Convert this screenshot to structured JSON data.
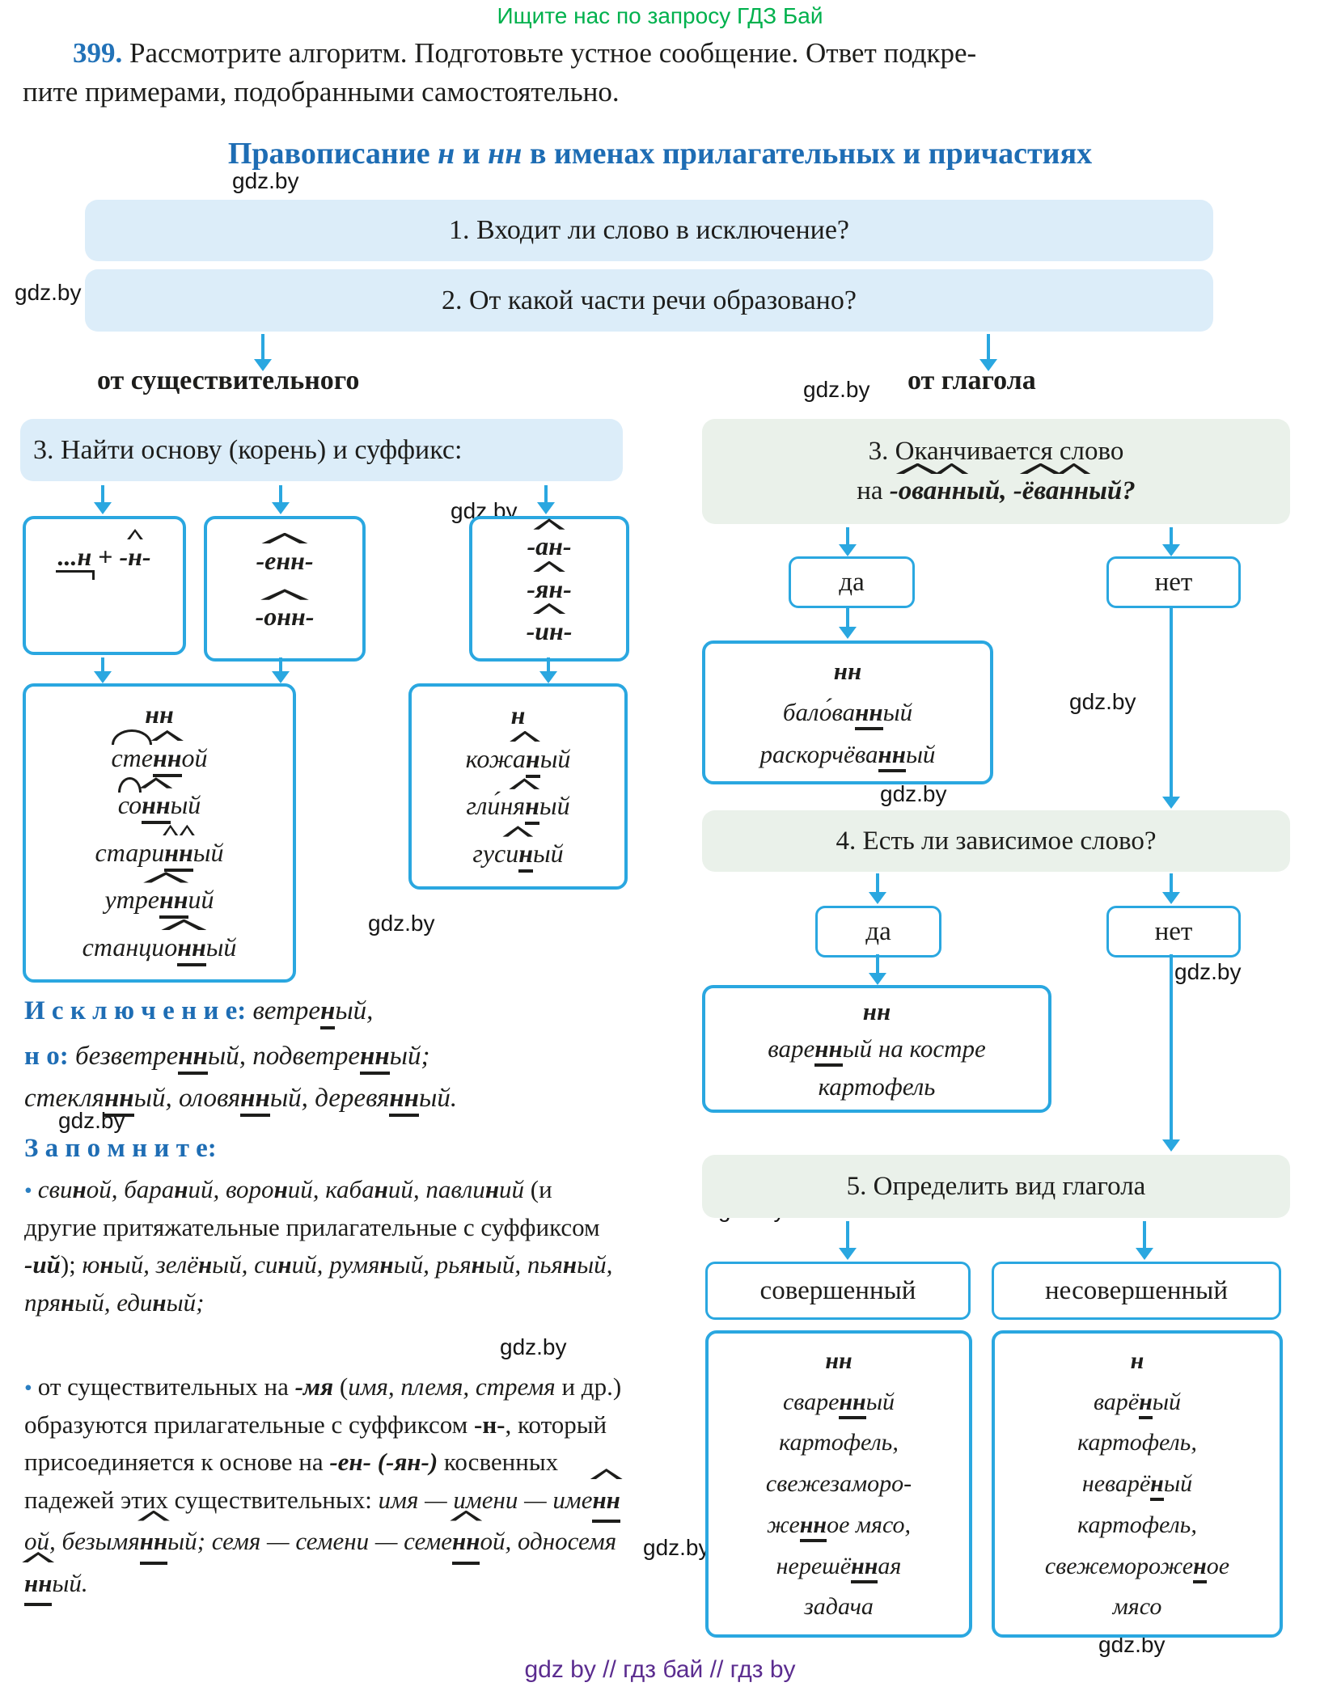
{
  "banner": {
    "text": "Ищите нас по запросу ГДЗ Бай"
  },
  "watermark": {
    "label": "gdz.by"
  },
  "footer": {
    "text": "gdz by  //  гдз бай  //  гдз by"
  },
  "task": {
    "line1": [
      {
        "t": "399.",
        "c": "num"
      },
      {
        "t": " Рассмотрите алгоритм. Подготовьте устное сообщение. Ответ подкре-"
      }
    ],
    "line2": [
      {
        "t": "пите примерами, подобранными самостоятельно."
      }
    ]
  },
  "title": {
    "runs": [
      {
        "t": "Правописание "
      },
      {
        "t": "н",
        "c": "i"
      },
      {
        "t": " и "
      },
      {
        "t": "нн",
        "c": "i"
      },
      {
        "t": " в именах прилагательных и причастиях"
      }
    ]
  },
  "flow": {
    "step1": {
      "text": "1. Входит ли слово в исключение?"
    },
    "step2": {
      "text": "2. От какой части речи образовано?"
    },
    "branch_noun": {
      "label": "от существительного"
    },
    "branch_verb": {
      "label": "от глагола"
    },
    "step3_noun": {
      "text": "3. Найти основу (корень) и суффикс:"
    },
    "suffix_box1": {
      "runs": [
        {
          "t": "...н",
          "c": "ib stem"
        },
        {
          "t": " + ",
          "c": "b"
        },
        {
          "t": "-",
          "c": "ib"
        },
        {
          "t": "н",
          "c": "ib caret"
        },
        {
          "t": "-",
          "c": "ib"
        }
      ]
    },
    "suffix_box2": {
      "lines": [
        [
          {
            "t": "-",
            "c": "ib"
          },
          {
            "t": "енн",
            "c": "ib caret"
          },
          {
            "t": "-",
            "c": "ib"
          }
        ],
        [
          {
            "t": "-",
            "c": "ib"
          },
          {
            "t": "онн",
            "c": "ib caret"
          },
          {
            "t": "-",
            "c": "ib"
          }
        ]
      ]
    },
    "suffix_box3": {
      "lines": [
        [
          {
            "t": "-",
            "c": "ib"
          },
          {
            "t": "ан",
            "c": "ib caret"
          },
          {
            "t": "-",
            "c": "ib"
          }
        ],
        [
          {
            "t": "-",
            "c": "ib"
          },
          {
            "t": "ян",
            "c": "ib caret"
          },
          {
            "t": "-",
            "c": "ib"
          }
        ],
        [
          {
            "t": "-",
            "c": "ib"
          },
          {
            "t": "ин",
            "c": "ib caret"
          },
          {
            "t": "-",
            "c": "ib"
          }
        ]
      ]
    },
    "result_nn_noun": {
      "header": [
        {
          "t": "нн",
          "c": "ib"
        }
      ],
      "words": [
        [
          {
            "t": "сте",
            "c": "i arc"
          },
          {
            "t": "нн",
            "c": "ib u caret"
          },
          {
            "t": "ой",
            "c": "i"
          }
        ],
        [
          {
            "t": "со",
            "c": "i arc"
          },
          {
            "t": "нн",
            "c": "ib u caret"
          },
          {
            "t": "ый",
            "c": "i"
          }
        ],
        [
          {
            "t": "стари",
            "c": "i"
          },
          {
            "t": "нн",
            "c": "ib u caret2"
          },
          {
            "t": "ый",
            "c": "i"
          }
        ],
        [
          {
            "t": "утре",
            "c": "i"
          },
          {
            "t": "нн",
            "c": "ib u caretw"
          },
          {
            "t": "ий",
            "c": "i"
          }
        ],
        [
          {
            "t": "станцио",
            "c": "i"
          },
          {
            "t": "нн",
            "c": "ib u caretw"
          },
          {
            "t": "ый",
            "c": "i"
          }
        ]
      ]
    },
    "result_n_noun": {
      "header": [
        {
          "t": "н",
          "c": "ib"
        }
      ],
      "words": [
        [
          {
            "t": "кожа",
            "c": "i"
          },
          {
            "t": "н",
            "c": "ib u caretw"
          },
          {
            "t": "ый",
            "c": "i"
          }
        ],
        [
          {
            "t": "гли́ня",
            "c": "i"
          },
          {
            "t": "н",
            "c": "ib u caretw"
          },
          {
            "t": "ый",
            "c": "i"
          }
        ],
        [
          {
            "t": "гуси",
            "c": "i"
          },
          {
            "t": "н",
            "c": "ib u caretw"
          },
          {
            "t": "ый",
            "c": "i"
          }
        ]
      ]
    },
    "step3_verb": {
      "line1": [
        {
          "t": "3. Оканчивается слово"
        }
      ],
      "line2": [
        {
          "t": "на "
        },
        {
          "t": "-",
          "c": "ib"
        },
        {
          "t": "ова",
          "c": "ib caret"
        },
        {
          "t": "нн",
          "c": "ib caret"
        },
        {
          "t": "ый, ",
          "c": "ib"
        },
        {
          "t": "-",
          "c": "ib"
        },
        {
          "t": "ёва",
          "c": "ib caret"
        },
        {
          "t": "нн",
          "c": "ib caret"
        },
        {
          "t": "ый?",
          "c": "ib"
        }
      ]
    },
    "yes1": {
      "label": "да"
    },
    "no1": {
      "label": "нет"
    },
    "result_nn_ovanny": {
      "lines": [
        [
          {
            "t": "нн",
            "c": "ib"
          }
        ],
        [
          {
            "t": "бало́ва",
            "c": "i"
          },
          {
            "t": "нн",
            "c": "ib u"
          },
          {
            "t": "ый",
            "c": "i"
          }
        ],
        [
          {
            "t": "раскорчёва",
            "c": "i"
          },
          {
            "t": "нн",
            "c": "ib u"
          },
          {
            "t": "ый",
            "c": "i"
          }
        ]
      ]
    },
    "step4": {
      "text": "4. Есть ли зависимое слово?"
    },
    "yes2": {
      "label": "да"
    },
    "no2": {
      "label": "нет"
    },
    "result_nn_dependent": {
      "lines": [
        [
          {
            "t": "нн",
            "c": "ib"
          }
        ],
        [
          {
            "t": "варе",
            "c": "i"
          },
          {
            "t": "нн",
            "c": "ib u"
          },
          {
            "t": "ый на костре",
            "c": "i"
          }
        ],
        [
          {
            "t": "картофель",
            "c": "i"
          }
        ]
      ]
    },
    "step5": {
      "text": "5. Определить вид глагола"
    },
    "aspect_perfective": {
      "label": "совершенный"
    },
    "aspect_imperfective": {
      "label": "несовершенный"
    },
    "result_nn_perfective": {
      "lines": [
        [
          {
            "t": "нн",
            "c": "ib"
          }
        ],
        [
          {
            "t": "сваре",
            "c": "i"
          },
          {
            "t": "нн",
            "c": "ib u"
          },
          {
            "t": "ый",
            "c": "i"
          }
        ],
        [
          {
            "t": "картофель,",
            "c": "i"
          }
        ],
        [
          {
            "t": "свежезаморо-",
            "c": "i"
          }
        ],
        [
          {
            "t": "же",
            "c": "i"
          },
          {
            "t": "нн",
            "c": "ib u"
          },
          {
            "t": "ое мясо,",
            "c": "i"
          }
        ],
        [
          {
            "t": "нерешё",
            "c": "i"
          },
          {
            "t": "нн",
            "c": "ib u"
          },
          {
            "t": "ая",
            "c": "i"
          }
        ],
        [
          {
            "t": "задача",
            "c": "i"
          }
        ]
      ]
    },
    "result_n_imperfective": {
      "lines": [
        [
          {
            "t": "н",
            "c": "ib"
          }
        ],
        [
          {
            "t": "варё",
            "c": "i"
          },
          {
            "t": "н",
            "c": "ib u"
          },
          {
            "t": "ый",
            "c": "i"
          }
        ],
        [
          {
            "t": "картофель,",
            "c": "i"
          }
        ],
        [
          {
            "t": "неварё",
            "c": "i"
          },
          {
            "t": "н",
            "c": "ib u"
          },
          {
            "t": "ый",
            "c": "i"
          }
        ],
        [
          {
            "t": "картофель,",
            "c": "i"
          }
        ],
        [
          {
            "t": "свежемороже",
            "c": "i"
          },
          {
            "t": "н",
            "c": "ib u"
          },
          {
            "t": "ое",
            "c": "i"
          }
        ],
        [
          {
            "t": "мясо",
            "c": "i"
          }
        ]
      ]
    }
  },
  "notes": {
    "exception_line1": [
      {
        "t": "И с к л ю ч е н и е:",
        "c": "blue"
      },
      {
        "t": " "
      },
      {
        "t": "ветре",
        "c": "i"
      },
      {
        "t": "н",
        "c": "ib u"
      },
      {
        "t": "ый,",
        "c": "i"
      }
    ],
    "exception_line2": [
      {
        "t": "н о: ",
        "c": "blue"
      },
      {
        "t": "безветре",
        "c": "i"
      },
      {
        "t": "нн",
        "c": "ib u"
      },
      {
        "t": "ый, ",
        "c": "i"
      },
      {
        "t": "подветре",
        "c": "i"
      },
      {
        "t": "нн",
        "c": "ib u"
      },
      {
        "t": "ый;",
        "c": "i"
      }
    ],
    "exception_line3": [
      {
        "t": "стекля",
        "c": "i"
      },
      {
        "t": "нн",
        "c": "ib u"
      },
      {
        "t": "ый, ",
        "c": "i"
      },
      {
        "t": "оловя",
        "c": "i"
      },
      {
        "t": "нн",
        "c": "ib u"
      },
      {
        "t": "ый, ",
        "c": "i"
      },
      {
        "t": "деревя",
        "c": "i"
      },
      {
        "t": "нн",
        "c": "ib u"
      },
      {
        "t": "ый.",
        "c": "i"
      }
    ],
    "remember_heading": [
      {
        "t": "З а п о м н и т е:",
        "c": "blue"
      }
    ],
    "bullet1": [
      {
        "t": "•  ",
        "c": "bullet"
      },
      {
        "t": "сви",
        "c": "i"
      },
      {
        "t": "н",
        "c": "ib"
      },
      {
        "t": "ой, ",
        "c": "i"
      },
      {
        "t": "бара",
        "c": "i"
      },
      {
        "t": "н",
        "c": "ib"
      },
      {
        "t": "ий, ",
        "c": "i"
      },
      {
        "t": "воро",
        "c": "i"
      },
      {
        "t": "н",
        "c": "ib"
      },
      {
        "t": "ий, ",
        "c": "i"
      },
      {
        "t": "каба",
        "c": "i"
      },
      {
        "t": "н",
        "c": "ib"
      },
      {
        "t": "ий, ",
        "c": "i"
      },
      {
        "t": "павли",
        "c": "i"
      },
      {
        "t": "н",
        "c": "ib"
      },
      {
        "t": "ий ",
        "c": "i"
      },
      {
        "t": "(и другие притяжательные прилагательные с суффиксом "
      },
      {
        "t": "-ий",
        "c": "ib"
      },
      {
        "t": "); "
      },
      {
        "t": "ю",
        "c": "i"
      },
      {
        "t": "н",
        "c": "ib"
      },
      {
        "t": "ый, ",
        "c": "i"
      },
      {
        "t": "зелё",
        "c": "i"
      },
      {
        "t": "н",
        "c": "ib"
      },
      {
        "t": "ый, ",
        "c": "i"
      },
      {
        "t": "си",
        "c": "i"
      },
      {
        "t": "н",
        "c": "ib"
      },
      {
        "t": "ий, ",
        "c": "i"
      },
      {
        "t": "румя",
        "c": "i"
      },
      {
        "t": "н",
        "c": "ib"
      },
      {
        "t": "ый, ",
        "c": "i"
      },
      {
        "t": "рья",
        "c": "i"
      },
      {
        "t": "н",
        "c": "ib"
      },
      {
        "t": "ый, ",
        "c": "i"
      },
      {
        "t": "пья",
        "c": "i"
      },
      {
        "t": "н",
        "c": "ib"
      },
      {
        "t": "ый, ",
        "c": "i"
      },
      {
        "t": "пря",
        "c": "i"
      },
      {
        "t": "н",
        "c": "ib"
      },
      {
        "t": "ый, ",
        "c": "i"
      },
      {
        "t": "еди",
        "c": "i"
      },
      {
        "t": "н",
        "c": "ib"
      },
      {
        "t": "ый;",
        "c": "i"
      }
    ],
    "bullet2": [
      {
        "t": "•  ",
        "c": "bullet"
      },
      {
        "t": "от существительных на "
      },
      {
        "t": "-мя",
        "c": "ib"
      },
      {
        "t": " ("
      },
      {
        "t": "имя, племя, стремя",
        "c": "i"
      },
      {
        "t": " и др.) образуются прилагательные с суффиксом "
      },
      {
        "t": "-н-",
        "c": "b"
      },
      {
        "t": ", который присоединяется к основе на "
      },
      {
        "t": "-ен- (-ян-)",
        "c": "ib"
      },
      {
        "t": " косвенных падежей этих существительных: "
      },
      {
        "t": "имя — имени — ",
        "c": "i"
      },
      {
        "t": "име",
        "c": "i"
      },
      {
        "t": "нн",
        "c": "ib u caret"
      },
      {
        "t": "ой, ",
        "c": "i"
      },
      {
        "t": "безымя",
        "c": "i"
      },
      {
        "t": "нн",
        "c": "ib u caret"
      },
      {
        "t": "ый; ",
        "c": "i"
      },
      {
        "t": "семя — семени — ",
        "c": "i"
      },
      {
        "t": "семе",
        "c": "i"
      },
      {
        "t": "нн",
        "c": "ib u caret"
      },
      {
        "t": "ой, ",
        "c": "i"
      },
      {
        "t": "односемя",
        "c": "i"
      },
      {
        "t": "нн",
        "c": "ib u caret"
      },
      {
        "t": "ый.",
        "c": "i"
      }
    ]
  }
}
